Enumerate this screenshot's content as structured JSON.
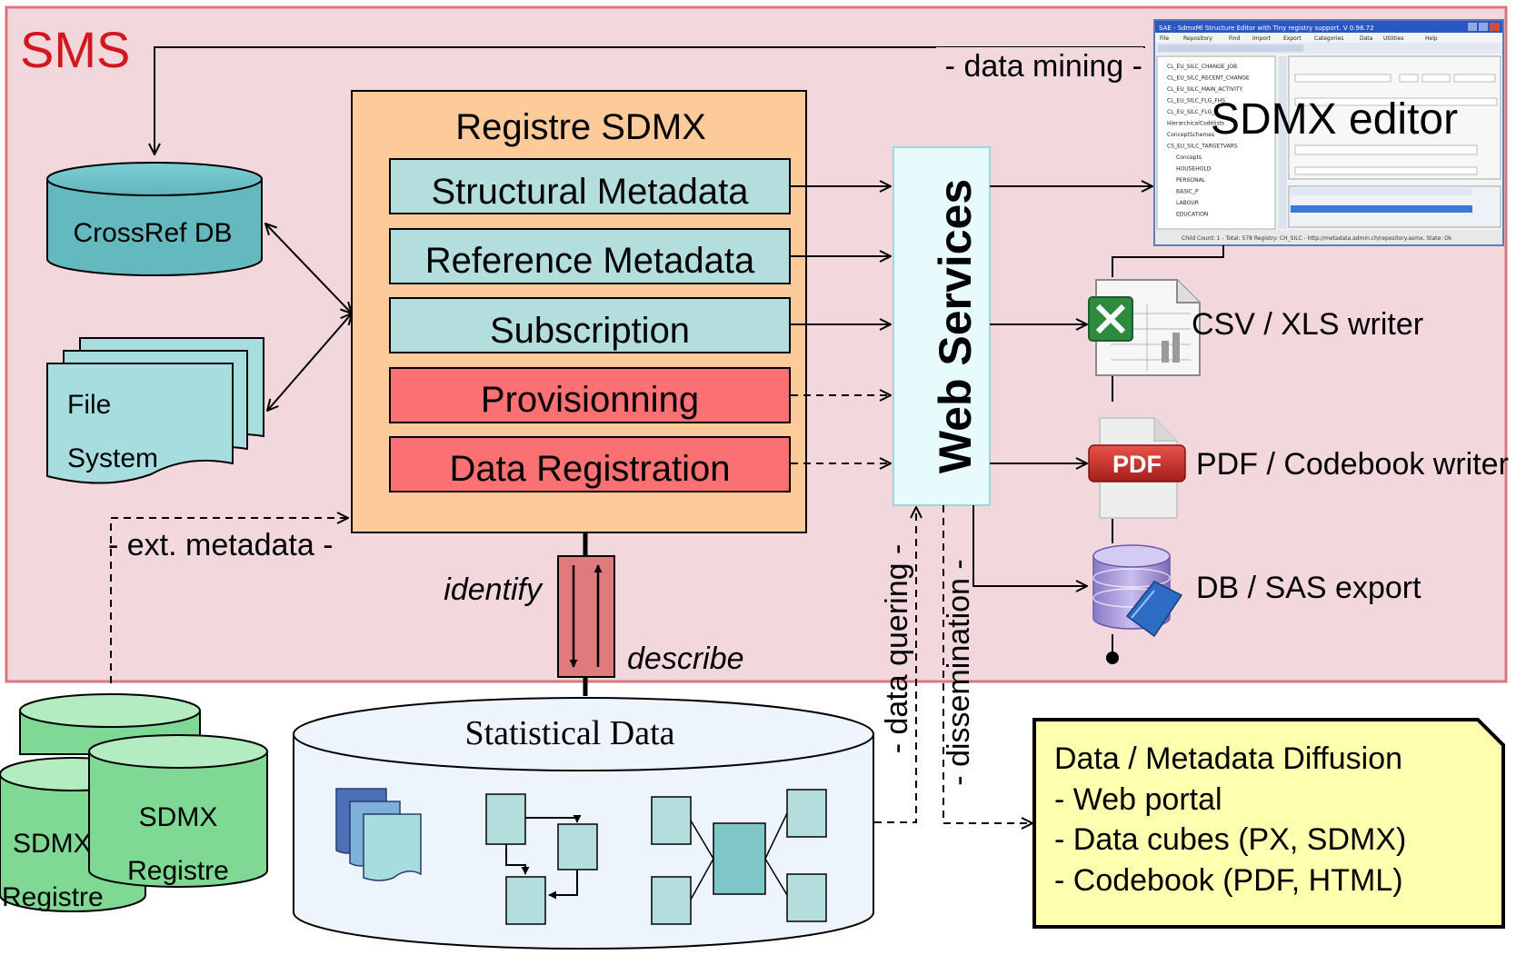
{
  "sms_label": "SMS",
  "registry": {
    "title": "Registre SDMX",
    "modules": [
      {
        "label": "Structural Metadata"
      },
      {
        "label": "Reference Metadata"
      },
      {
        "label": "Subscription"
      },
      {
        "label": "Provisionning"
      },
      {
        "label": "Data Registration"
      }
    ]
  },
  "crossref_db": "CrossRef DB",
  "file_system": {
    "line1": "File",
    "line2": "System"
  },
  "web_services": "Web Services",
  "sdmx_editor": {
    "label": "SDMX editor",
    "window_title": "SAE - SdmxMl Structure Editor with Tiny registry support. V 0.98.72",
    "menu": [
      "File",
      "Repository",
      "Find",
      "Import",
      "Export",
      "Categories",
      "Data",
      "Utilities",
      "Help"
    ],
    "tree_items": [
      "CL_EU_SILC_CHANGE_JOB",
      "CL_EU_SILC_RECENT_CHANGE",
      "CL_EU_SILC_MAIN_ACTIVITY",
      "CL_EU_SILC_FLG_FHS",
      "CL_EU_SILC_FLG_R",
      "HierarchicalCodelists",
      "ConceptSchemes",
      "CS_EU_SILC_TARGETVARS",
      "Concepts",
      "HOUSEHOLD",
      "PERSONAL",
      "BASIC_P",
      "LABOUR",
      "EDUCATION"
    ],
    "status": "Child Count: 1 - Total: 578    Registry: CH_SILC - http://metadata.admin.ch/repository.asmx, State: Ok"
  },
  "outputs": [
    {
      "label": "CSV / XLS writer",
      "icon": "excel-file-icon"
    },
    {
      "label": "PDF / Codebook writer",
      "icon": "pdf-file-icon",
      "badge": "PDF"
    },
    {
      "label": "DB / SAS export",
      "icon": "database-book-icon"
    }
  ],
  "flow_labels": {
    "data_mining": "- data mining -",
    "ext_metadata": "- ext. metadata -",
    "identify": "identify",
    "describe": "describe",
    "data_quering": "- data quering -",
    "dissemination": "- dissemination -"
  },
  "statistical_data": "Statistical Data",
  "external_registres": [
    {
      "line1": "SDMX",
      "line2": "Registre"
    },
    {
      "line1": "SDMX",
      "line2": "Registre"
    }
  ],
  "diffusion": {
    "title": "Data / Metadata Diffusion",
    "items": [
      "- Web portal",
      "- Data cubes (PX, SDMX)",
      "- Codebook (PDF, HTML)"
    ]
  },
  "colors": {
    "sms_background": "#f2d8dc",
    "sms_border": "#d9777e",
    "registry_fill": "#fdcb9a",
    "module_teal": "#b4dede",
    "module_red": "#fb7173",
    "db_teal": "#6fc1c6",
    "web_services_fill": "#e8fbfc",
    "registre_green": "#7fd893",
    "note_yellow": "#ffffb0"
  }
}
